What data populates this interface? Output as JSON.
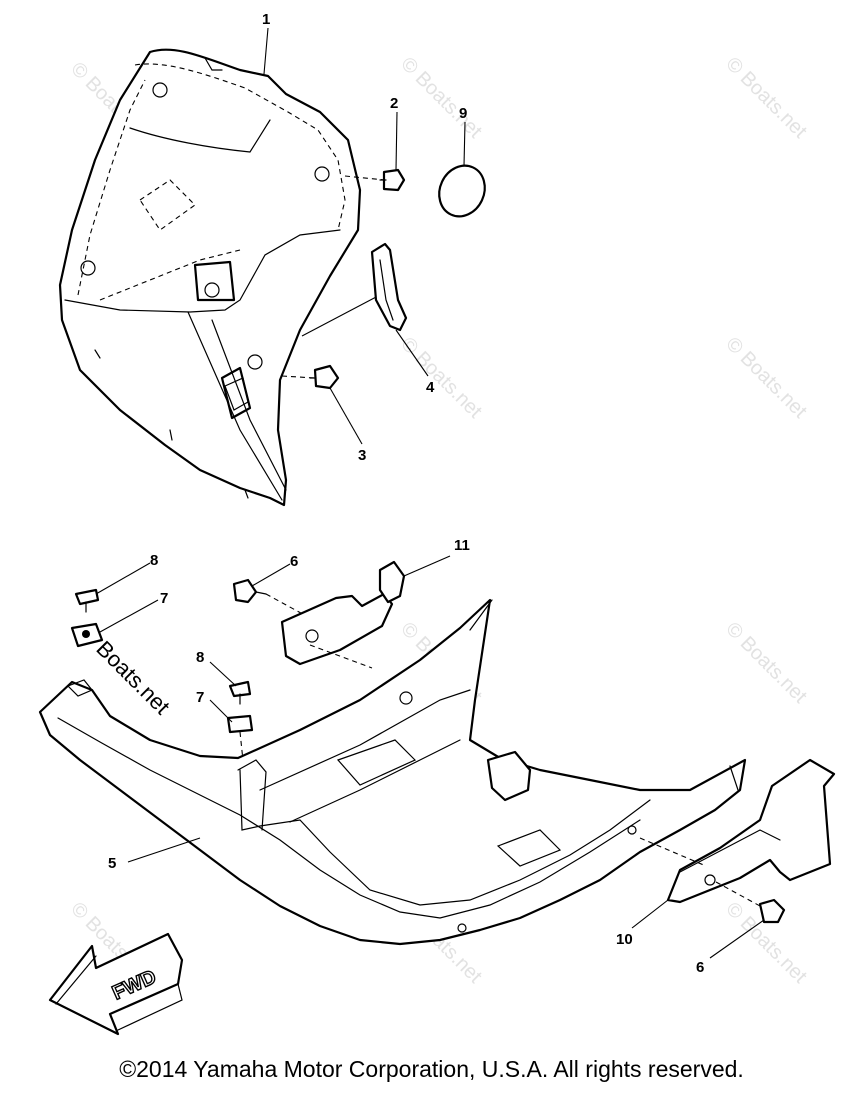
{
  "watermark": "© Boats.net",
  "watermark_large": "Boats.net",
  "arrow_label": "FWD",
  "callouts": [
    "1",
    "2",
    "9",
    "4",
    "3",
    "8",
    "7",
    "6",
    "11",
    "8",
    "7",
    "5",
    "10",
    "6"
  ],
  "copyright": "©2014 Yamaha Motor Corporation, U.S.A. All rights reserved."
}
